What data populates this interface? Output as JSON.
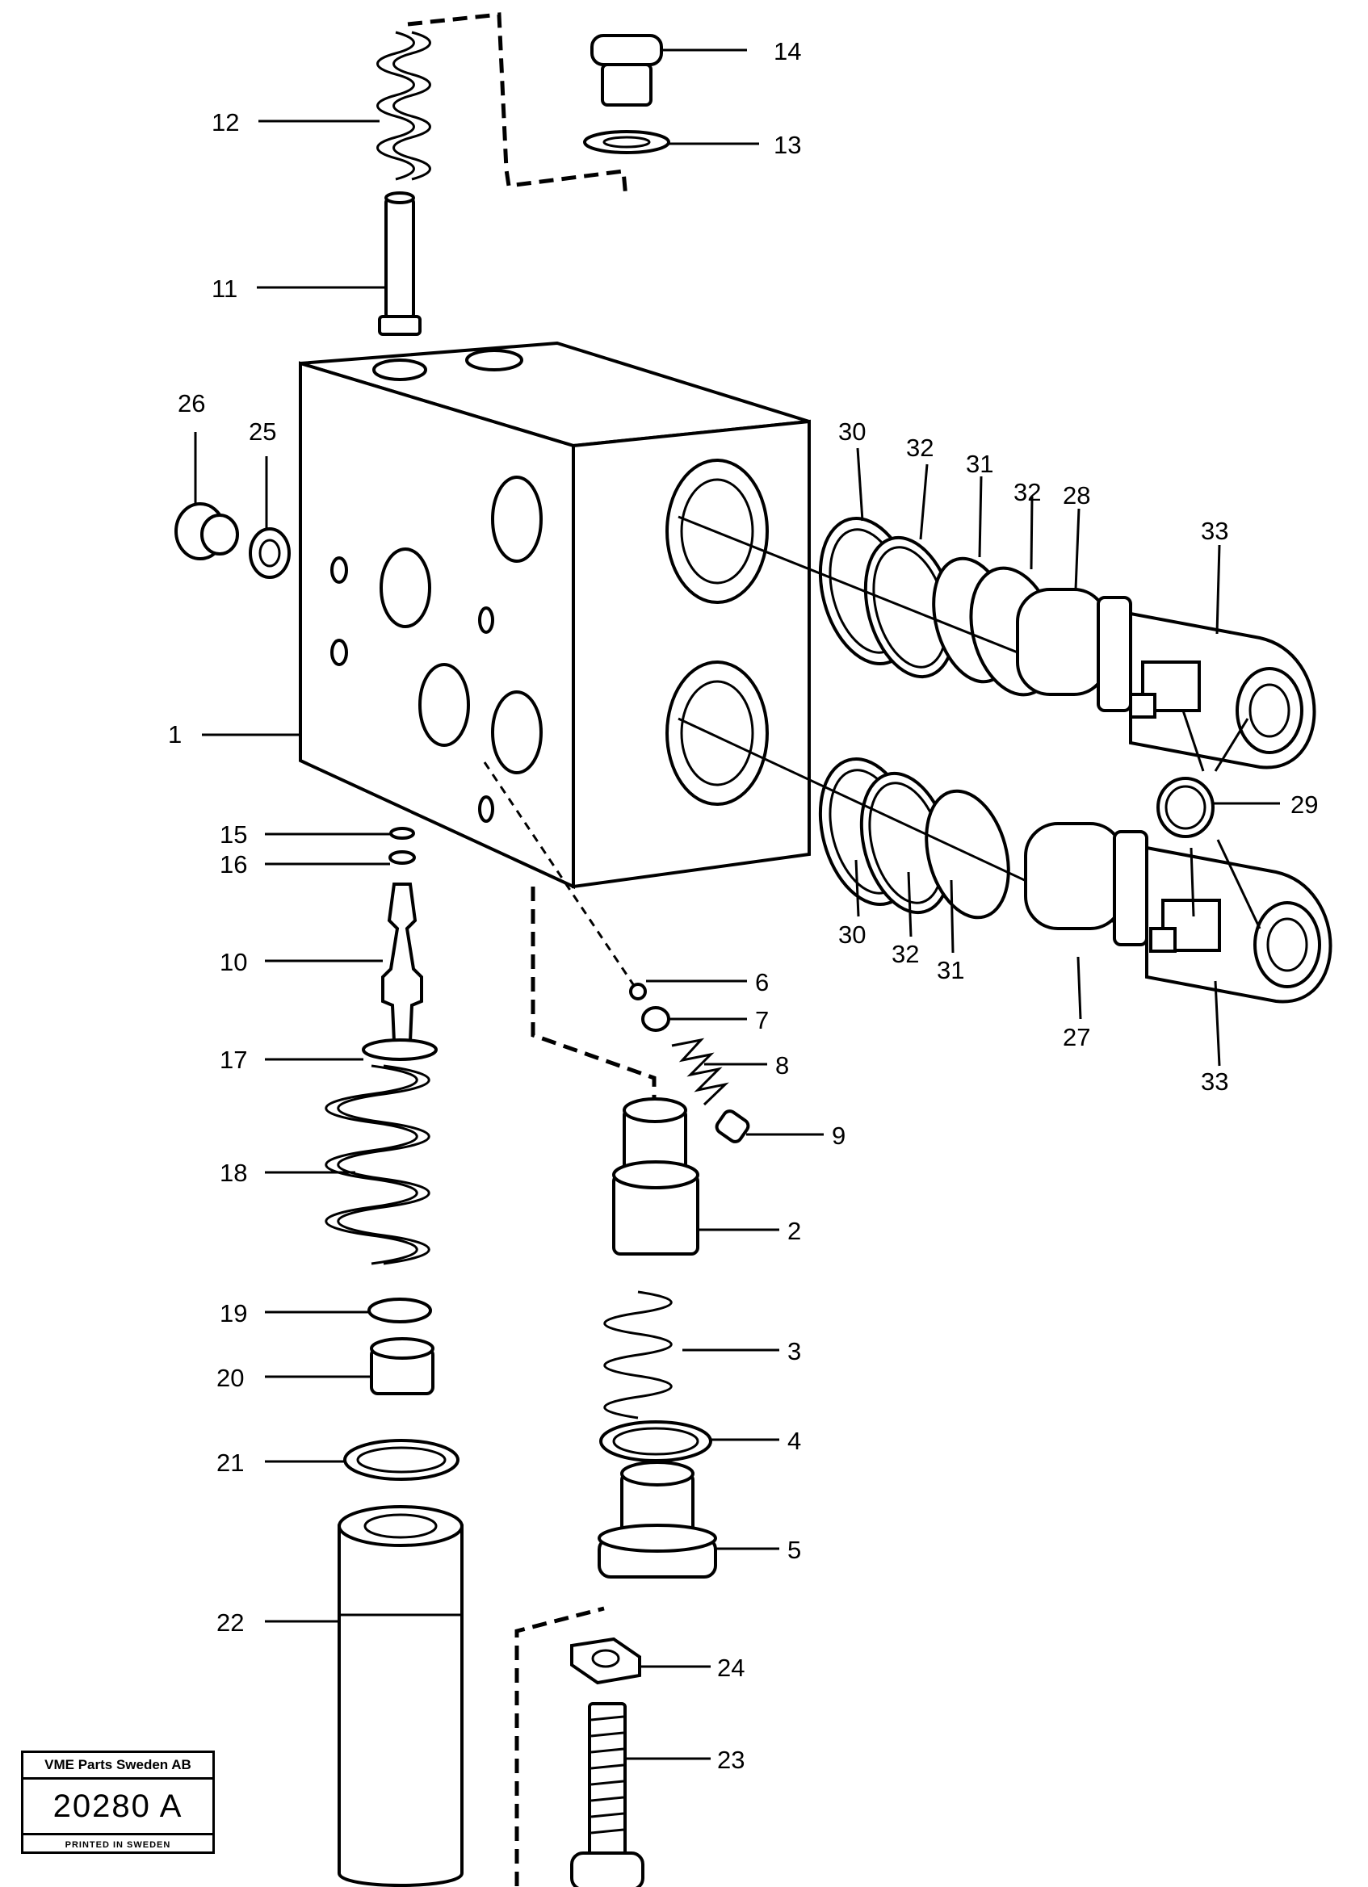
{
  "diagram": {
    "callouts": [
      "1",
      "2",
      "3",
      "4",
      "5",
      "6",
      "7",
      "8",
      "9",
      "10",
      "11",
      "12",
      "13",
      "14",
      "15",
      "16",
      "17",
      "18",
      "19",
      "20",
      "21",
      "22",
      "23",
      "24",
      "25",
      "26",
      "27",
      "28",
      "29",
      "30",
      "30",
      "31",
      "31",
      "32",
      "32",
      "32",
      "33",
      "33"
    ]
  },
  "stamp": {
    "company": "VME Parts Sweden AB",
    "code": "20280 A",
    "printed": "PRINTED IN SWEDEN"
  }
}
